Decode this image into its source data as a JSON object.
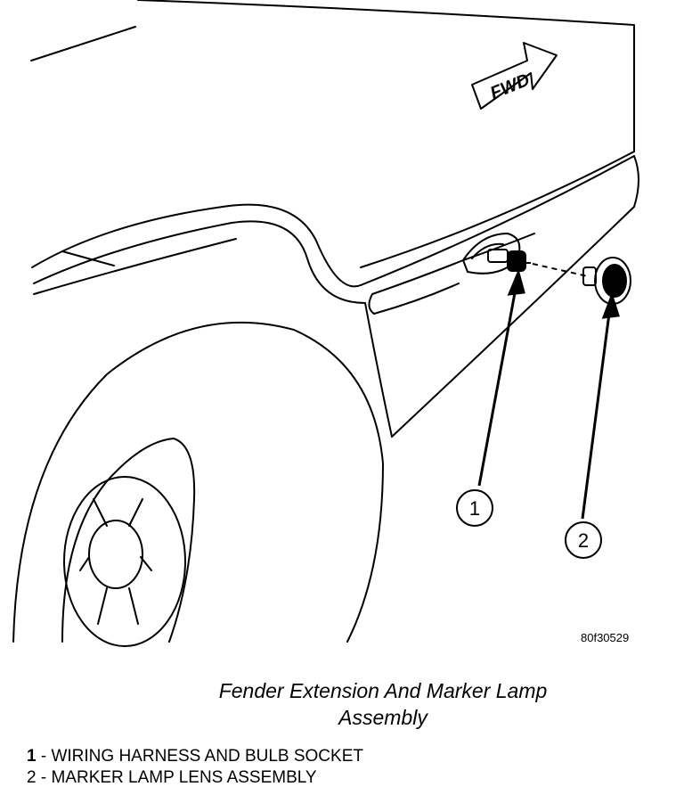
{
  "figure": {
    "code": "80f30529",
    "fwd_label": "FWD",
    "caption_line1": "Fender Extension And Marker Lamp",
    "caption_line2": "Assembly"
  },
  "callouts": [
    {
      "number": "1",
      "label": "WIRING HARNESS AND BULB SOCKET"
    },
    {
      "number": "2",
      "label": "MARKER LAMP LENS ASSEMBLY"
    }
  ],
  "legend": [
    {
      "number": "1",
      "separator": " - ",
      "text": "WIRING HARNESS AND BULB SOCKET"
    },
    {
      "number": "2",
      "separator": " - ",
      "text": "MARKER LAMP LENS ASSEMBLY"
    }
  ]
}
